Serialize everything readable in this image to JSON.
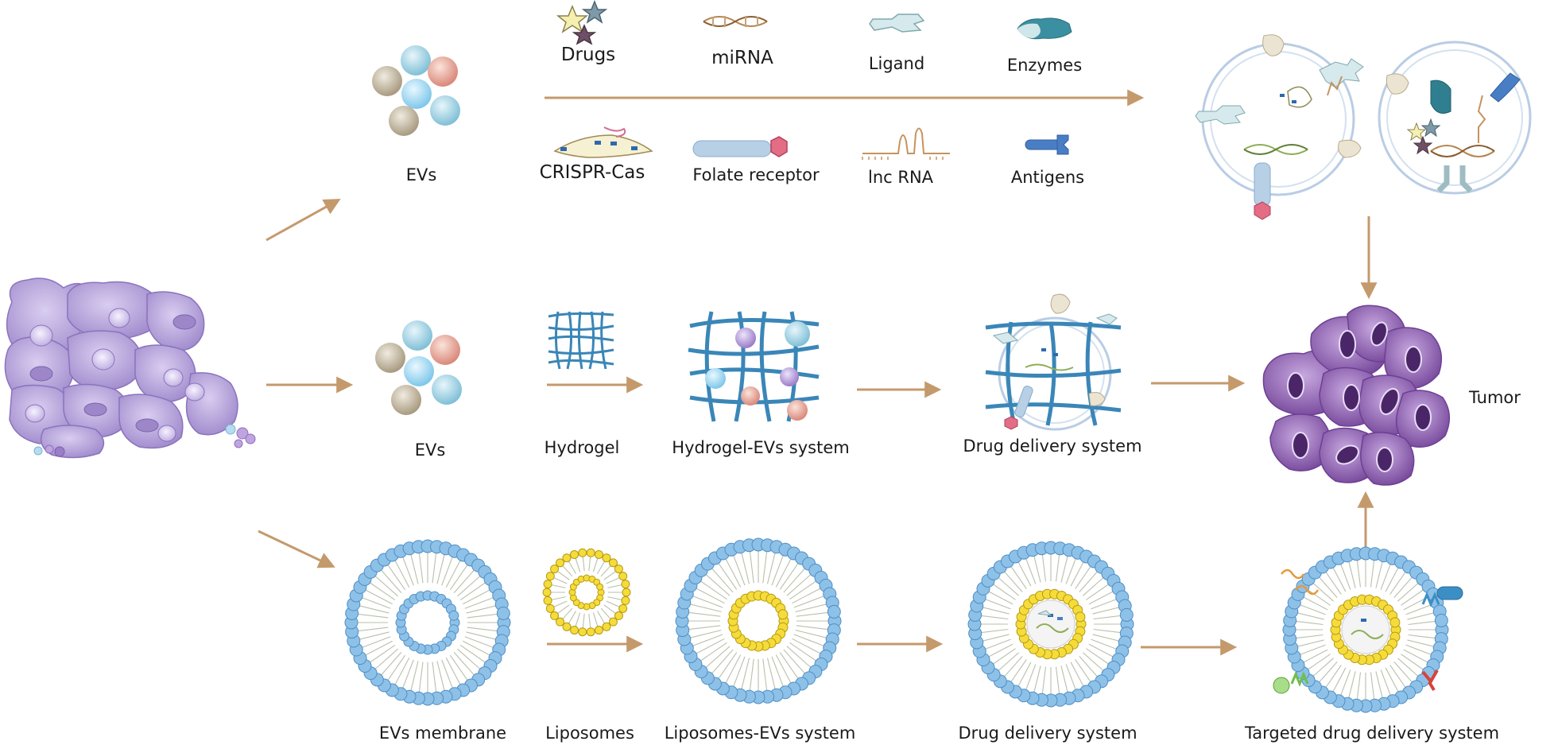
{
  "cargo_labels": {
    "drugs": "Drugs",
    "mirna": "miRNA",
    "ligand": "Ligand",
    "enzymes": "Enzymes",
    "crispr": "CRISPR-Cas",
    "folate": "Folate receptor",
    "lncrna": "lnc RNA",
    "antigens": "Antigens"
  },
  "row1": {
    "evs": "EVs"
  },
  "row2": {
    "evs": "EVs",
    "hydrogel": "Hydrogel",
    "hydrogel_evs": "Hydrogel-EVs system",
    "drug_delivery": "Drug delivery system"
  },
  "row3": {
    "evs_membrane": "EVs  membrane",
    "liposomes": "Liposomes",
    "liposomes_evs": "Liposomes-EVs system",
    "drug_delivery": "Drug delivery system",
    "targeted": "Targeted drug delivery system"
  },
  "tumor": "Tumor",
  "colors": {
    "arrow": "#c49a6c",
    "cell_purple": "#8a6fb8",
    "cell_light": "#c3b3e0",
    "membrane_blue": "#6fa8dc",
    "lipid_yellow": "#f2d72a",
    "hydrogel_blue": "#3a86b8",
    "tumor_purple": "#7a4f9e"
  }
}
